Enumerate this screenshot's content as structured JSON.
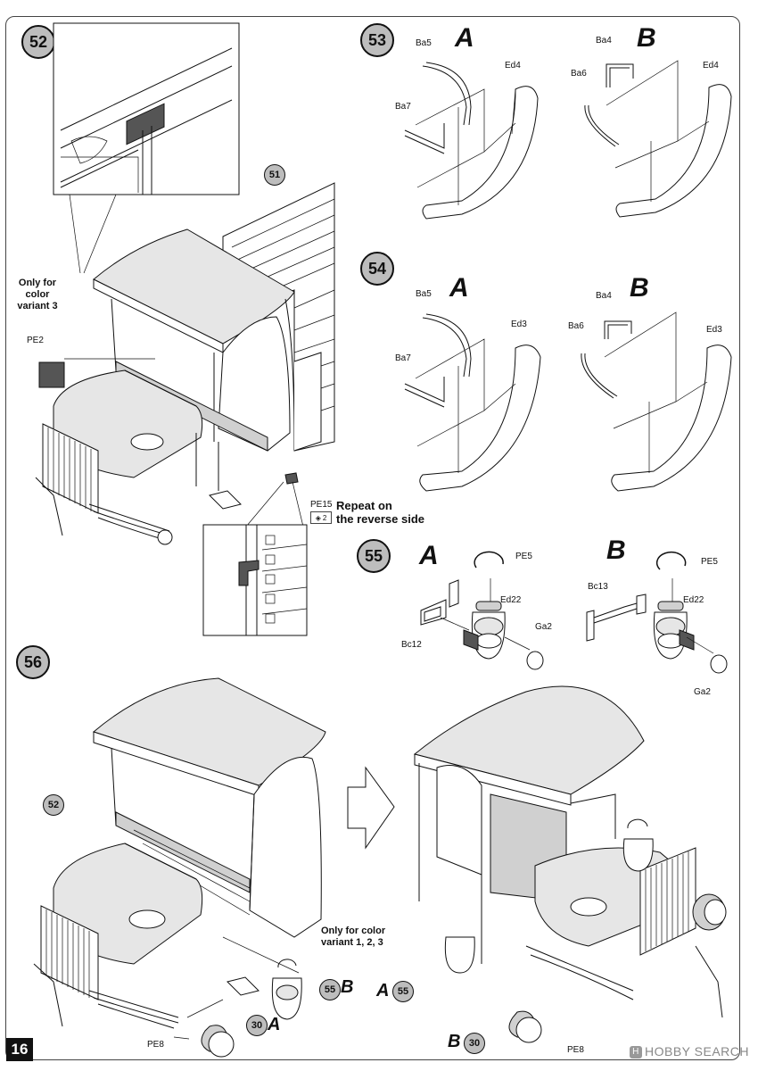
{
  "page": {
    "number": "16"
  },
  "steps": {
    "s52": "52",
    "s53": "53",
    "s54": "54",
    "s55": "55",
    "s56": "56",
    "s51": "51"
  },
  "variants": {
    "a": "A",
    "b": "B"
  },
  "step53": {
    "a_parts": [
      "Ba5",
      "Ba7",
      "Ed4"
    ],
    "b_parts": [
      "Ba4",
      "Ba6",
      "Ed4"
    ]
  },
  "step54": {
    "a_parts": [
      "Ba5",
      "Ba7",
      "Ed3"
    ],
    "b_parts": [
      "Ba4",
      "Ba6",
      "Ed3"
    ]
  },
  "step55": {
    "a_parts": [
      "PE5",
      "Ed22",
      "Bc12",
      "Ga2"
    ],
    "b_parts": [
      "PE5",
      "Bc13",
      "Ed22",
      "Ga2"
    ]
  },
  "step52": {
    "note_line1": "Only for",
    "note_line2": "color",
    "note_line3": "variant 3",
    "pe2": "PE2",
    "pe15": "PE15",
    "repeat_line1": "Repeat on",
    "repeat_line2": "the reverse side",
    "count": "2"
  },
  "step56": {
    "ref52": "52",
    "note_line1": "Only for color",
    "note_line2": "variant 1, 2, 3",
    "ref55": "55",
    "ref30": "30",
    "pe8": "PE8"
  },
  "watermark": {
    "brand": "HOBBY SEARCH"
  }
}
